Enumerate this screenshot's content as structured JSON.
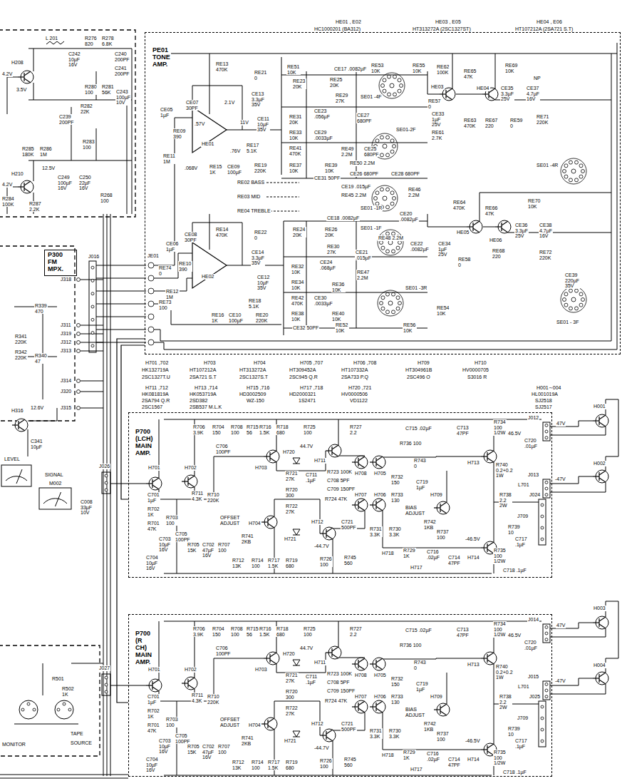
{
  "diagram": {
    "nodes": [
      {
        "text": [
          "PE01 TONE AMP."
        ]
      },
      {
        "text": [
          "P700 (LCH) MAIN AMP."
        ]
      },
      {
        "text": [
          "P700 (R CH) MAIN AMP."
        ]
      },
      {
        "text": [
          "P300 FM MPX."
        ]
      }
    ],
    "edges": [
      {
        "from": 0,
        "to": 1,
        "arrow": "none"
      },
      {
        "from": 0,
        "to": 2,
        "arrow": "none"
      }
    ],
    "labels": [
      "HE01 , E02",
      "HC1000201 (BA312)",
      "HE03 , E05",
      "HT313272A (2SC1327ST)",
      "HE04 , E06",
      "HT107212A (2SA721 S.T)",
      "H701 ,702",
      "HK132719A",
      "2SC1327T.U",
      "H703",
      "HT107212A",
      "2SA721 S.T",
      "H704",
      "HT313272A",
      "2SC1327S.T",
      "H705 ,707",
      "HT309452A",
      "2SC945 Q.R",
      "H706 ,708",
      "HT107332A",
      "2SA733 P.Q",
      "H709",
      "HT304961B",
      "2SC496 O",
      "H710",
      "HV0000705",
      "S3016 R",
      "H711 ,712",
      "HK081819A",
      "2SA794 Q.R",
      "2SC1567",
      "H713 ,714",
      "HK053719A",
      "2SD382",
      "2SB537 M.L.K",
      "H715 ,716",
      "HD3002509",
      "WZ-150",
      "H717 ,718",
      "HD2000321",
      "1S2471",
      "H720 ,721",
      "HV0000506",
      "VD1122",
      "H001∼004",
      "HL001019A",
      "SJ2518",
      "SJ2517",
      "CE07 30PF",
      "RE13 470K",
      "CE05 1µF",
      "RE09 390",
      "RE11 1M",
      "HE01",
      ".57V",
      "2.1V",
      "11V",
      ".76V",
      ".068V",
      "CE13 3.3µF 35V",
      "CE11 10µF 35V",
      "RE17 5.1K",
      "RE15 1K",
      "CE09 100µF",
      "RE19 220K",
      "RE02 BASS",
      "RE03 MID",
      "RE04 TREBLE",
      "RE21 0",
      "RE51 10K",
      "CE17 .0082µF",
      "RE23 20K",
      "RE25 20K",
      "RE29 27K",
      "CE23 .056µF",
      "RE31 20K",
      "RE33 10K",
      "RE41 470K",
      "CE29 .0033µF",
      "RE37 10K",
      "RE39 10K",
      "CE31 50PF",
      "RE53 10K",
      "SE01 -4F",
      "RE55 10K",
      "SE01-2F",
      "CE27 680PF",
      "RE49 2.2M",
      "CE25 680PF",
      "RE50 2.2M",
      "CE26 680PF",
      "CE28 680PF",
      "CE19 .015µF",
      "RE45 2.2M",
      "RE46 2.2M",
      "SE01 -1R",
      "CE20 .0082µF",
      "RE62 100K",
      "HE03",
      "RE65 47K",
      "HE04",
      "RE69 10K",
      "CE35 3.3µF 25V",
      "CE37 4.7µF 16V",
      "NP",
      "RE57 0",
      "CE33 1µF 25V",
      "RE61 2.7K",
      "RE63 470K",
      "RE67 220",
      "RE59 0",
      "RE71 220K",
      "SE01 -4R",
      "RE64 470K",
      "HE05",
      "RE66 47K",
      "HE06",
      "RE70 10K",
      "CE36 3.3µF 25V",
      "CE38 4.7µF 16V",
      "RE68 220",
      "RE72 220K",
      "RE58 0",
      "CE34 1µF 25V",
      "CE39 220µF 35V",
      "RE54 10K",
      "SE01 - 3F",
      "CE08 30PF",
      "RE14 470K",
      "CE06 1µF",
      "RE10 390",
      "RE12 1M",
      "HE02",
      "CE14 3.3µF 35V",
      "CE12 10µF 35V",
      "RE18 5.1K",
      "RE16 1K",
      "CE10 100µF",
      "RE20 220K",
      "RE22 0",
      "RE74 0",
      "RE73 100",
      "RE24 20K",
      "RE26 20K",
      "CE18 .0082µF",
      "RE30 27K",
      "CE24 .068µF",
      "RE32 10K",
      "RE34 10K",
      "RE36 10K",
      "RE42 470K",
      "CE30 .0033µF",
      "RE38 10K",
      "RE40 10K",
      "CE32 50PF",
      "RE52 10K",
      "RE56 10K",
      "RE48 2.2M",
      "SE01 -1F",
      "CE21 .015µF",
      "RE47 2.2M",
      "CE22 .0082µF",
      "SE01 -3R",
      "J016",
      "JE01",
      "J026",
      "H701",
      "H702",
      "R706 3.9K",
      "R704 150",
      "R708 100",
      "R715 56",
      "R716 1.5K",
      "R718 680",
      "R725 100",
      "C706 100PF",
      "H703",
      "H720",
      "44.7V",
      "H711",
      "R727 2.2",
      "R721 27K",
      "C711 .1µF",
      "R720 300",
      "R723 100K",
      "C708 5PF",
      "C709 150PF",
      "R724 47K",
      "R722 27K",
      "H708",
      "H705",
      "H707",
      "H706",
      "C715 .02µF",
      "R736 100",
      "R743 0",
      "R732 150",
      "R733 130",
      "C719 1µF",
      "H709",
      "BIAS ADJUST",
      "R742 1KB",
      "H713",
      "H714",
      "R734 100 1/2W",
      "46.5V",
      "R740 0.2+0.2 1W",
      "L701",
      "R738 2.2 2W",
      "C713 47PF",
      "C720 .01µF",
      "C714 47PF",
      "R735 100 1/2W",
      "-46.5V",
      "R739 10",
      "C717 .1µF",
      "C718 .1µF",
      "R737 100",
      "R731 3.3K",
      "R730 3.3K",
      "C721 500PF",
      "C716 .02µF",
      "R729 1K",
      "R745 560",
      "H718",
      "H717",
      "H712",
      "-44.7V",
      "H721",
      "H704",
      "OFFSET ADJUST",
      "R741 2KB",
      "R711 4.3K",
      "R710 220K",
      "R705 15K",
      "C702 47µF 16V",
      "R707 100",
      "R712 13K",
      "R714 100",
      "R717 1.5K",
      "R719 680",
      "R726 100",
      "C705 100PF",
      "C701 1µF",
      "R702 1K",
      "R701 47K",
      "R703 100",
      "C703 10µF 16V",
      "C704 10µF 16V",
      "J709",
      "J012",
      "J013",
      "J024",
      "H001",
      "H002",
      "47V",
      "-47V",
      "J027",
      "H701",
      "H702",
      "R706 3.9K",
      "R704 150",
      "R708 100",
      "R715 56",
      "R716 1.5K",
      "R718 680",
      "R725 100",
      "C706 100PF",
      "H703",
      "H720",
      "44.7V",
      "H711",
      "R727 2.2",
      "R721 27K",
      "C711 .1µF",
      "R720 300",
      "R723 100K",
      "C708 5PF",
      "C709 150PF",
      "R724 47K",
      "R722 27K",
      "H708",
      "H705",
      "H707",
      "H706",
      "C715 .02µF",
      "R736 100",
      "R743 0",
      "R732 150",
      "R733 130",
      "C719 1µF",
      "H709",
      "BIAS ADJUST",
      "R742 1KB",
      "H713",
      "H714",
      "R734 100 1/2W",
      "46.5V",
      "R740 0.2+0.2 1W",
      "L701",
      "R738 2.2 2W",
      "C713 47PF",
      "C720 .01µF",
      "C714 47PF",
      "R735 100 1/2W",
      "-46.5V",
      "R739 10",
      "C717 .1µF",
      "C718 .1µF",
      "R737 100",
      "R731 3.3K",
      "R730 3.3K",
      "C721 500PF",
      "C716 .02µF",
      "R729 1K",
      "R745 560",
      "H718",
      "H717",
      "H712",
      "-44.7V",
      "H721",
      "H704",
      "OFFSET ADJUST",
      "R741 2KB",
      "R711 4.3K",
      "R710 220K",
      "R705 15K",
      "C702 47µF 16V",
      "R707 100",
      "R712 13K",
      "R714 100",
      "R717 1.5K",
      "R719 680",
      "R726 100",
      "C705 100PF",
      "C701 1µF",
      "R702 1K",
      "R701 47K",
      "R703 100",
      "C703 10µF 16V",
      "C704 10µF 16V",
      "J709",
      "J014",
      "J015",
      "J025",
      "H003",
      "H004",
      "47V",
      "-47V",
      "L 201",
      "H208",
      "4.2V",
      "3.5V",
      "R276 820",
      "R278 6.8K",
      "C240 200PF",
      "C241 200PF",
      "C242 10µF 16V",
      "R280 100",
      "R281 56K",
      "C243 100µF 10V",
      "R282 22K",
      "C239 200PF",
      "R285 180K",
      "R286 1M",
      "R283 100",
      "H210",
      "4.2V",
      "12.5V",
      "C249 100µF 16V",
      "C250 22µF 16V",
      "R268 100",
      "R284 100K",
      "R287 2.2K",
      "J318",
      "R339 470",
      "J311",
      "J319",
      "J312",
      "J313",
      "R341 220K",
      "R342 220K",
      "R340 47",
      "J314",
      "J320",
      "J315",
      "H316",
      "12.6V",
      "C341 10µF",
      "LEVEL",
      "SIGNAL",
      "M002",
      "C008 33µF 10V",
      "R501",
      "R502 1K",
      "MONITOR",
      "TAPE",
      "SOURCE"
    ]
  }
}
